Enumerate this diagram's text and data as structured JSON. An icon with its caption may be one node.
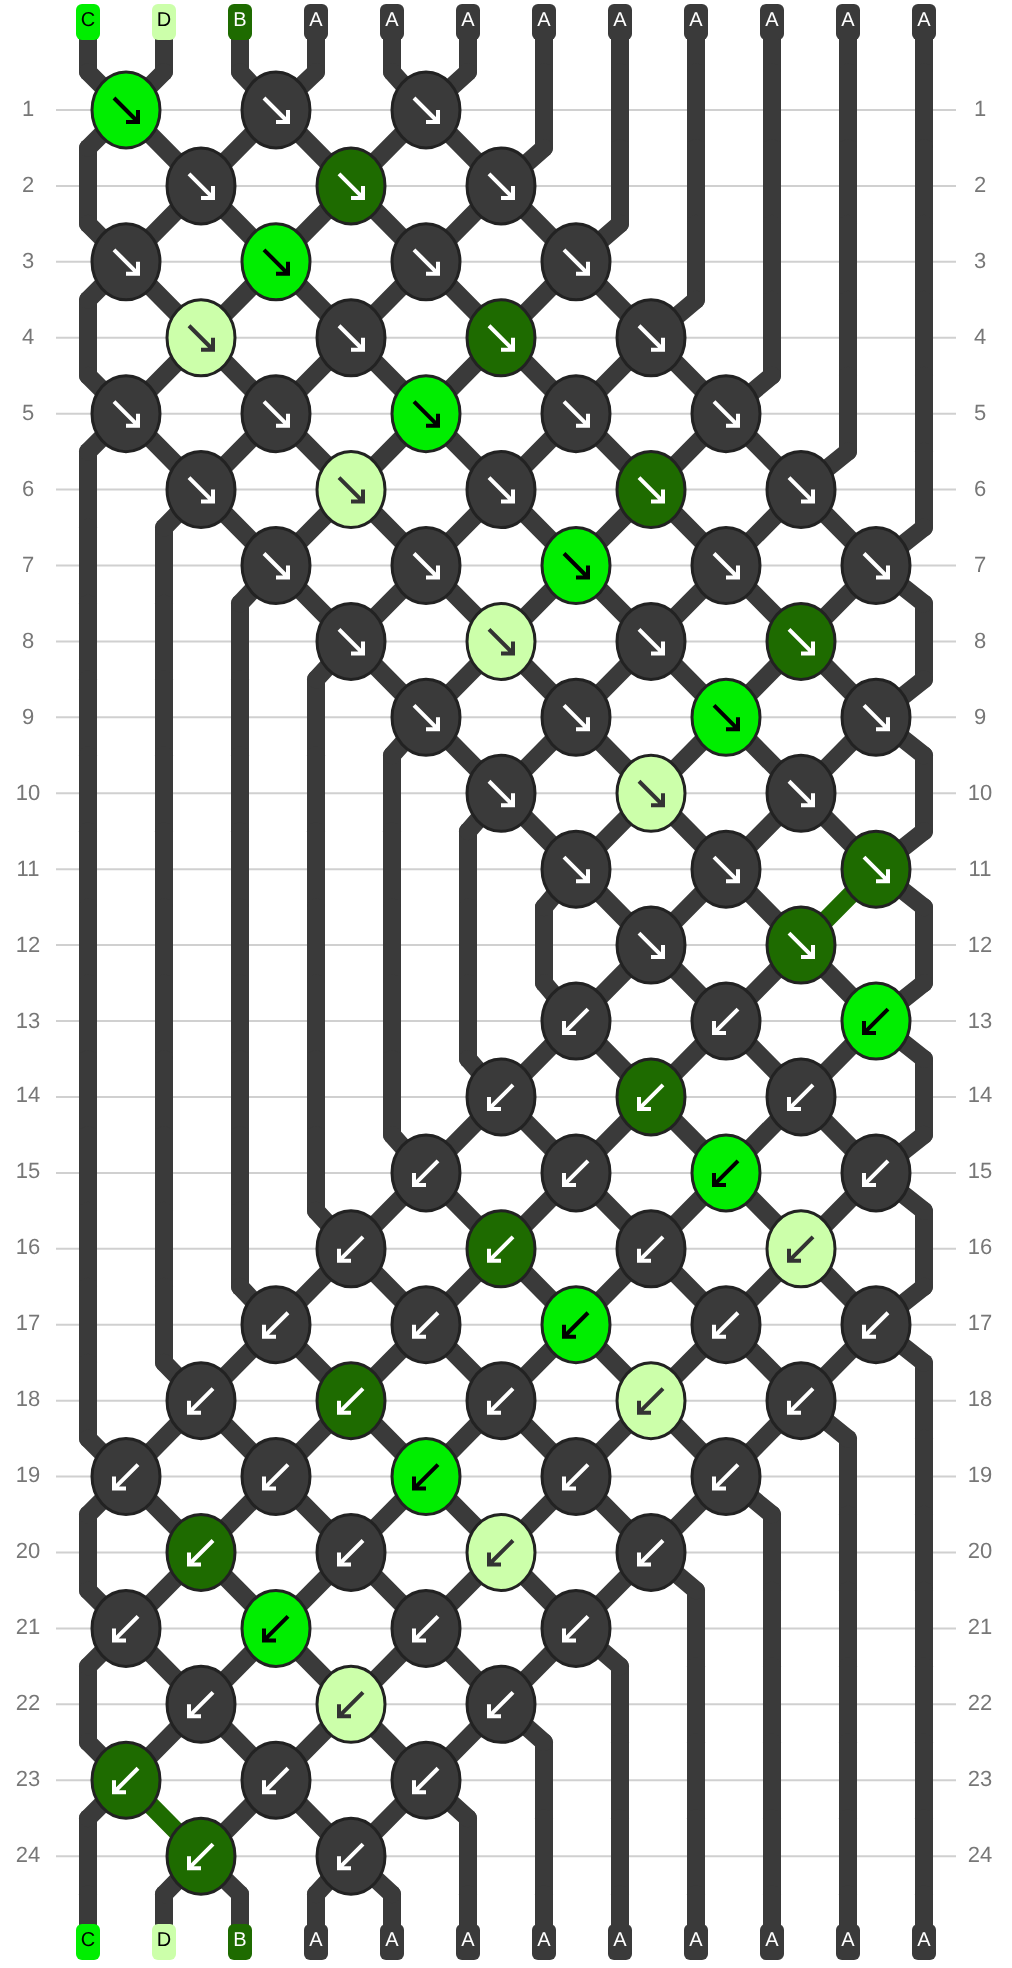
{
  "diagram": {
    "labels": [
      "C",
      "D",
      "B",
      "A",
      "A",
      "A",
      "A",
      "A",
      "A",
      "A",
      "A",
      "A",
      "1",
      "1",
      "2",
      "2",
      "3",
      "3",
      "4",
      "4",
      "5",
      "5",
      "6",
      "6",
      "7",
      "7",
      "8",
      "8",
      "9",
      "9",
      "10",
      "10",
      "11",
      "11",
      "12",
      "12",
      "13",
      "13",
      "14",
      "14",
      "15",
      "15",
      "16",
      "16",
      "17",
      "17",
      "18",
      "18",
      "19",
      "19",
      "20",
      "20",
      "21",
      "21",
      "22",
      "22",
      "23",
      "23",
      "24",
      "24",
      "C",
      "D",
      "B",
      "A",
      "A",
      "A",
      "A",
      "A",
      "A",
      "A",
      "A",
      "A"
    ]
  }
}
